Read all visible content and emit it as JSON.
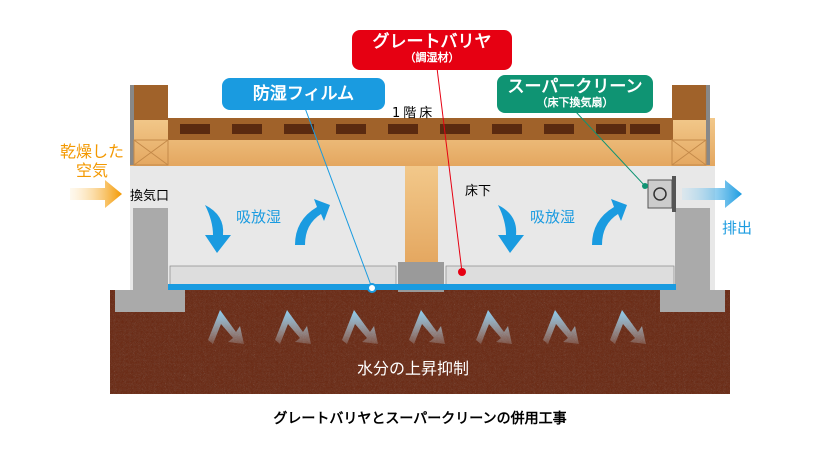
{
  "labels": {
    "film": "防湿フィルム",
    "barrier": "グレートバリヤ",
    "barrier_sub": "（調湿材）",
    "clean": "スーパークリーン",
    "clean_sub": "（床下換気扇）",
    "floor1": "1階床",
    "dry_air": "乾燥した",
    "dry_air2": "空気",
    "vent": "換気口",
    "underfloor": "床下",
    "absorb_left": "吸放湿",
    "absorb_right": "吸放湿",
    "exhaust": "排出",
    "moisture": "水分の上昇抑制"
  },
  "caption": "グレートバリヤとスーパークリーンの併用工事",
  "colors": {
    "film": "#1a9be0",
    "barrier": "#e60012",
    "clean": "#0f9473",
    "soil": "#6b2a14",
    "arrow_orange": "#f39800"
  }
}
